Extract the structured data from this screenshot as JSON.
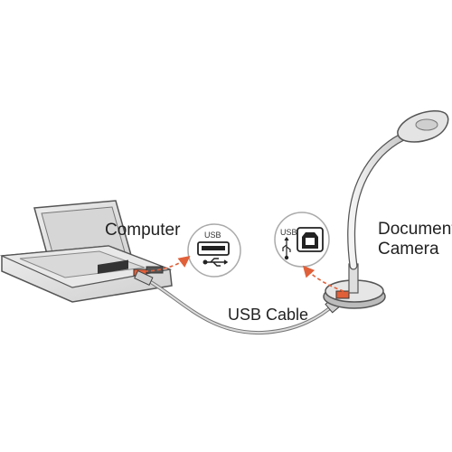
{
  "labels": {
    "computer": "Computer",
    "usb_cable": "USB Cable",
    "document_line1": "Document",
    "document_line2": "Camera"
  },
  "callouts": {
    "usb_a_text": "USB",
    "usb_b_text": "USB"
  },
  "icons": {
    "laptop": "laptop-illustration",
    "document_camera": "document-camera-illustration",
    "usb_cable": "usb-cable-illustration",
    "usb_a_port": "usb-a-port-icon",
    "usb_b_port": "usb-b-port-icon",
    "usb_symbol": "usb-trident-icon",
    "arrow": "dashed-arrow-icon"
  },
  "colors": {
    "device_fill": "#e2e2e2",
    "device_stroke": "#555555",
    "highlight": "#e0603a",
    "callout_border": "#aaaaaa"
  }
}
